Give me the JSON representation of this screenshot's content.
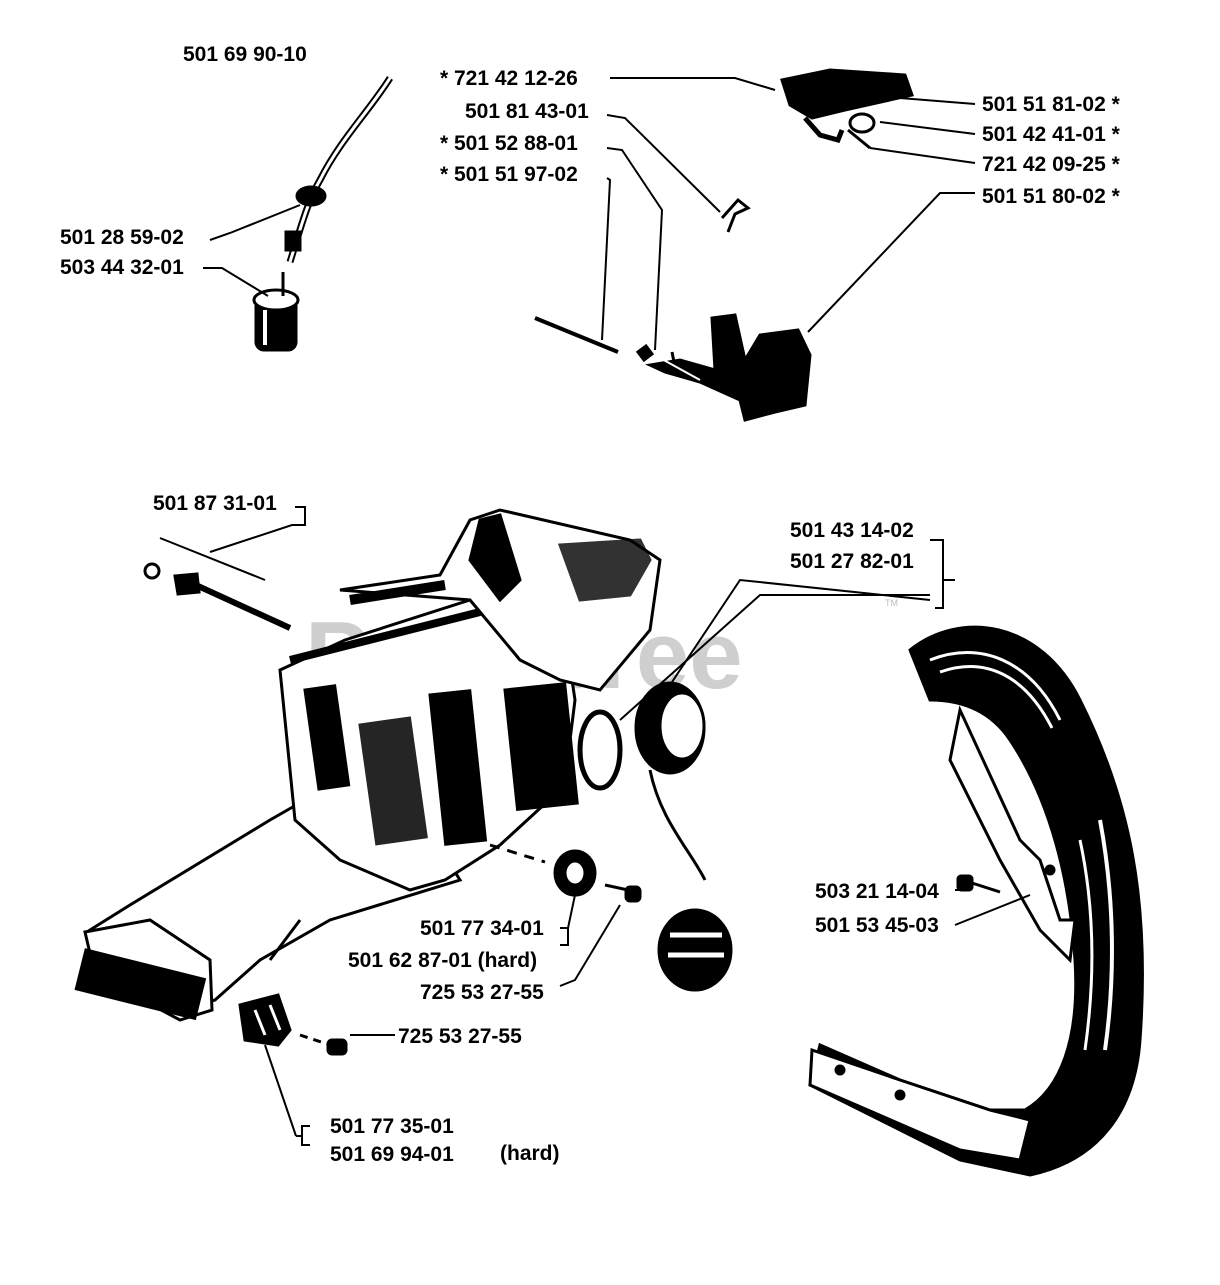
{
  "watermark": {
    "text": "PartsTree",
    "tm": "TM"
  },
  "labels": {
    "l1": "501 69 90-10",
    "l2": "501 28 59-02",
    "l3": "503 44 32-01",
    "l4": "* 721 42 12-26",
    "l5": "501 81 43-01",
    "l6": "* 501 52 88-01",
    "l7": "* 501 51 97-02",
    "l8": "501 51 81-02 *",
    "l9": "501 42 41-01 *",
    "l10": "721 42 09-25 *",
    "l11": "501 51 80-02 *",
    "l12": "501 87 31-01",
    "l13": "501 43 14-02",
    "l14": "501 27 82-01",
    "l15": "501 77 34-01",
    "l16": "501 62 87-01 (hard)",
    "l17": "725 53 27-55",
    "l18": "725 53 27-55",
    "l19": "501 77 35-01",
    "l20": "501 69 94-01",
    "l21": "(hard)",
    "l22": "503 21 14-04",
    "l23": "501 53 45-03"
  },
  "colors": {
    "ink": "#000000",
    "watermark": "#cfcfcf"
  }
}
